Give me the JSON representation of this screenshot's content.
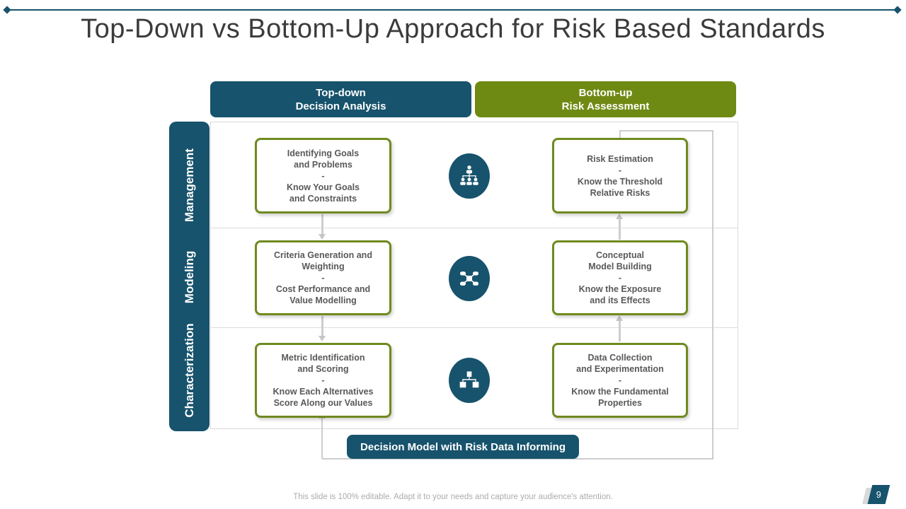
{
  "slide": {
    "title": "Top-Down vs Bottom-Up Approach for Risk Based Standards",
    "footer": "This slide is 100% editable. Adapt it to your needs and capture your audience's attention.",
    "page_number": "9"
  },
  "headers": {
    "top_down": [
      "Top-down",
      "Decision Analysis"
    ],
    "bottom_up": [
      "Bottom-up",
      "Risk  Assessment"
    ]
  },
  "sidebar": {
    "labels": [
      "Management",
      "Modeling",
      "Characterization"
    ]
  },
  "rows": [
    {
      "left": {
        "lines": [
          "Identifying Goals",
          "and Problems",
          "-",
          "Know Your Goals",
          "and Constraints"
        ]
      },
      "icon": "org-hierarchy",
      "right": {
        "lines": [
          "Risk  Estimation",
          "-",
          "Know the Threshold",
          "Relative Risks"
        ]
      }
    },
    {
      "left": {
        "lines": [
          "Criteria Generation and",
          "Weighting",
          "-",
          "Cost  Performance and",
          "Value Modelling"
        ]
      },
      "icon": "network-nodes",
      "right": {
        "lines": [
          "Conceptual",
          "Model Building",
          "-",
          "Know the Exposure",
          "and its Effects"
        ]
      }
    },
    {
      "left": {
        "lines": [
          "Metric Identification",
          "and Scoring",
          "-",
          "Know Each Alternatives",
          "Score Along our Values"
        ]
      },
      "icon": "sitemap",
      "right": {
        "lines": [
          "Data Collection",
          "and Experimentation",
          "-",
          "Know the Fundamental",
          "Properties"
        ]
      }
    }
  ],
  "bottom_bar": {
    "label": "Decision Model with Risk  Data Informing"
  },
  "colors": {
    "teal": "#17536C",
    "olive": "#6F8A13",
    "box_border": "#6F8A1F",
    "box_text": "#595959",
    "grid_line": "#D9D9D9",
    "connector": "#C9C9C9",
    "footer_text": "#ACACAC"
  }
}
